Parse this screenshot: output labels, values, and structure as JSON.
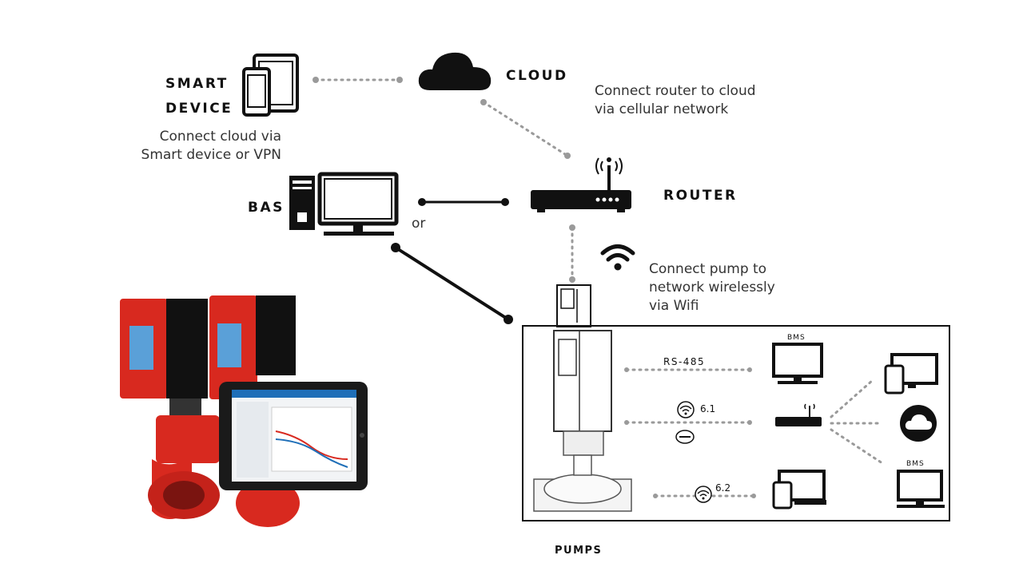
{
  "nodes": {
    "smart_device": {
      "line1": "SMART",
      "line2": "DEVICE"
    },
    "cloud": "CLOUD",
    "router": "ROUTER",
    "bas": "BAS",
    "pumps": "PUMPS"
  },
  "notes": {
    "cloud_via_device": "Connect cloud via\nSmart device or VPN",
    "router_to_cloud": "Connect router to cloud\nvia cellular network",
    "pump_wifi": "Connect pump to\nnetwork wirelessly\nvia Wifi",
    "or": "or"
  },
  "pump_panel": {
    "bms_top": "BMS",
    "bms_bottom": "BMS",
    "rs485": "RS-485",
    "opt_61": "6.1",
    "opt_62": "6.2"
  },
  "colors": {
    "pump_red": "#d8291f",
    "line_dark": "#111111",
    "dotted_gray": "#9a9a9a"
  },
  "icons": [
    "smart-device-icon",
    "cloud-icon",
    "router-icon",
    "wifi-icon",
    "desktop-computer-icon",
    "monitor-icon",
    "laptop-icon"
  ]
}
